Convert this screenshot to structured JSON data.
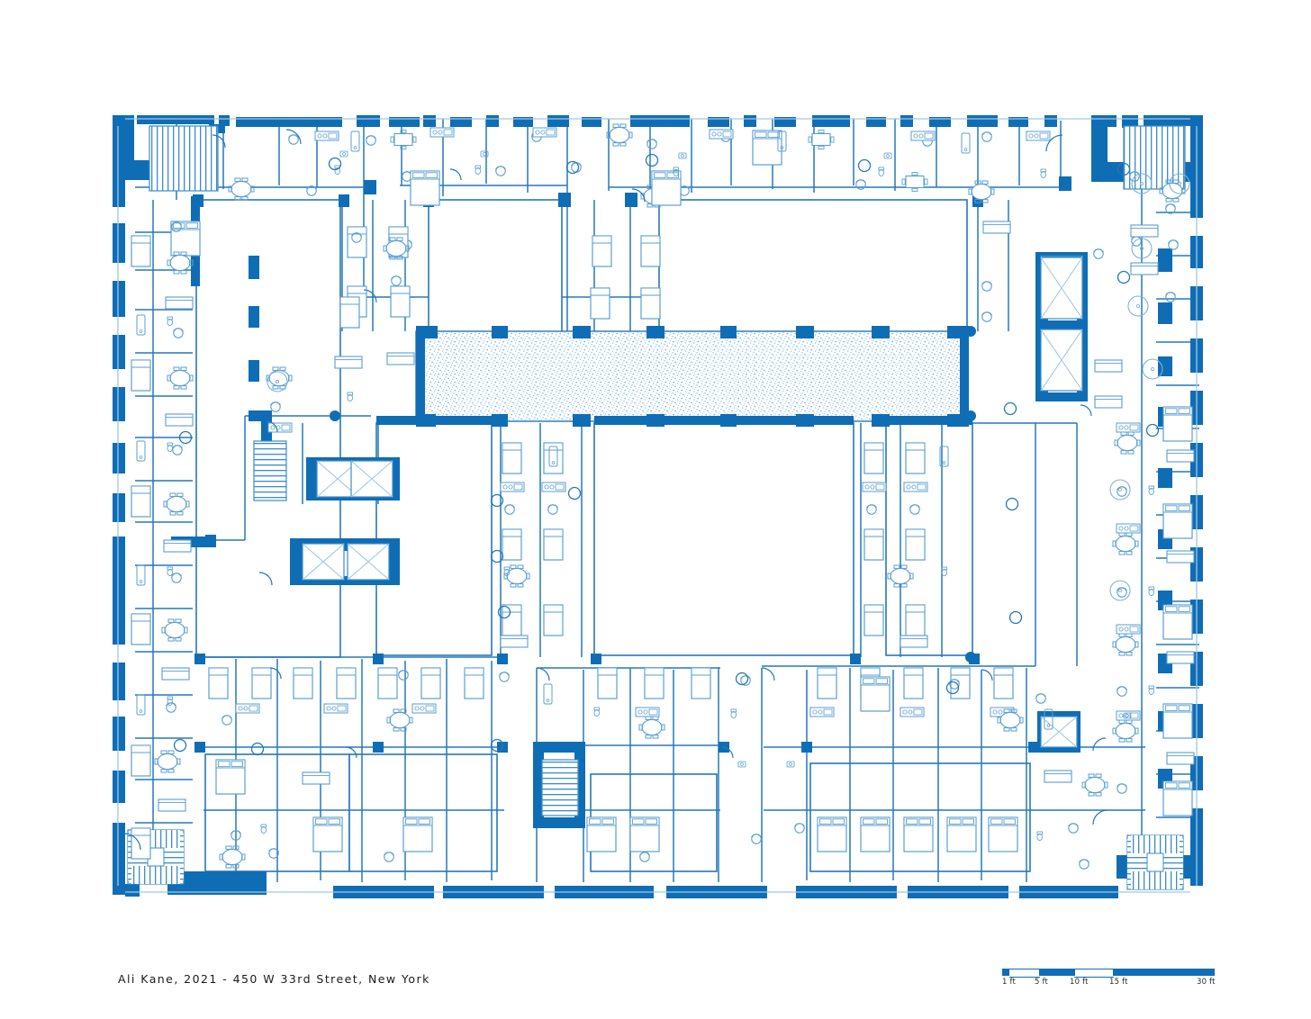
{
  "document": {
    "type": "architectural-floor-plan",
    "caption": "Ali Kane, 2021 - 450 W 33rd Street, New York",
    "author": "Ali Kane",
    "year": "2021",
    "address": "450 W 33rd Street, New York",
    "background_color": "#ffffff"
  },
  "colors": {
    "structural_wall": "#0f6db5",
    "partition_wall": "#2578b8",
    "furniture_line": "#5b9fd0",
    "hatch_dot": "#8fc0e2",
    "text": "#1a1a1a"
  },
  "scalebar": {
    "name": "graphic-scale",
    "units": "ft",
    "ticks": [
      {
        "label": "1 ft",
        "value": 1
      },
      {
        "label": "5 ft",
        "value": 5
      },
      {
        "label": "10 ft",
        "value": 10
      },
      {
        "label": "15 ft",
        "value": 15
      },
      {
        "label": "30 ft",
        "value": 30
      }
    ]
  },
  "plan": {
    "name": "residential-tower-typical-floor",
    "features": [
      "perimeter-structural-columns",
      "central-stippled-courtyard",
      "elevator-banks",
      "egress-stairs",
      "apartment-units-with-furniture",
      "open-light-wells"
    ]
  }
}
